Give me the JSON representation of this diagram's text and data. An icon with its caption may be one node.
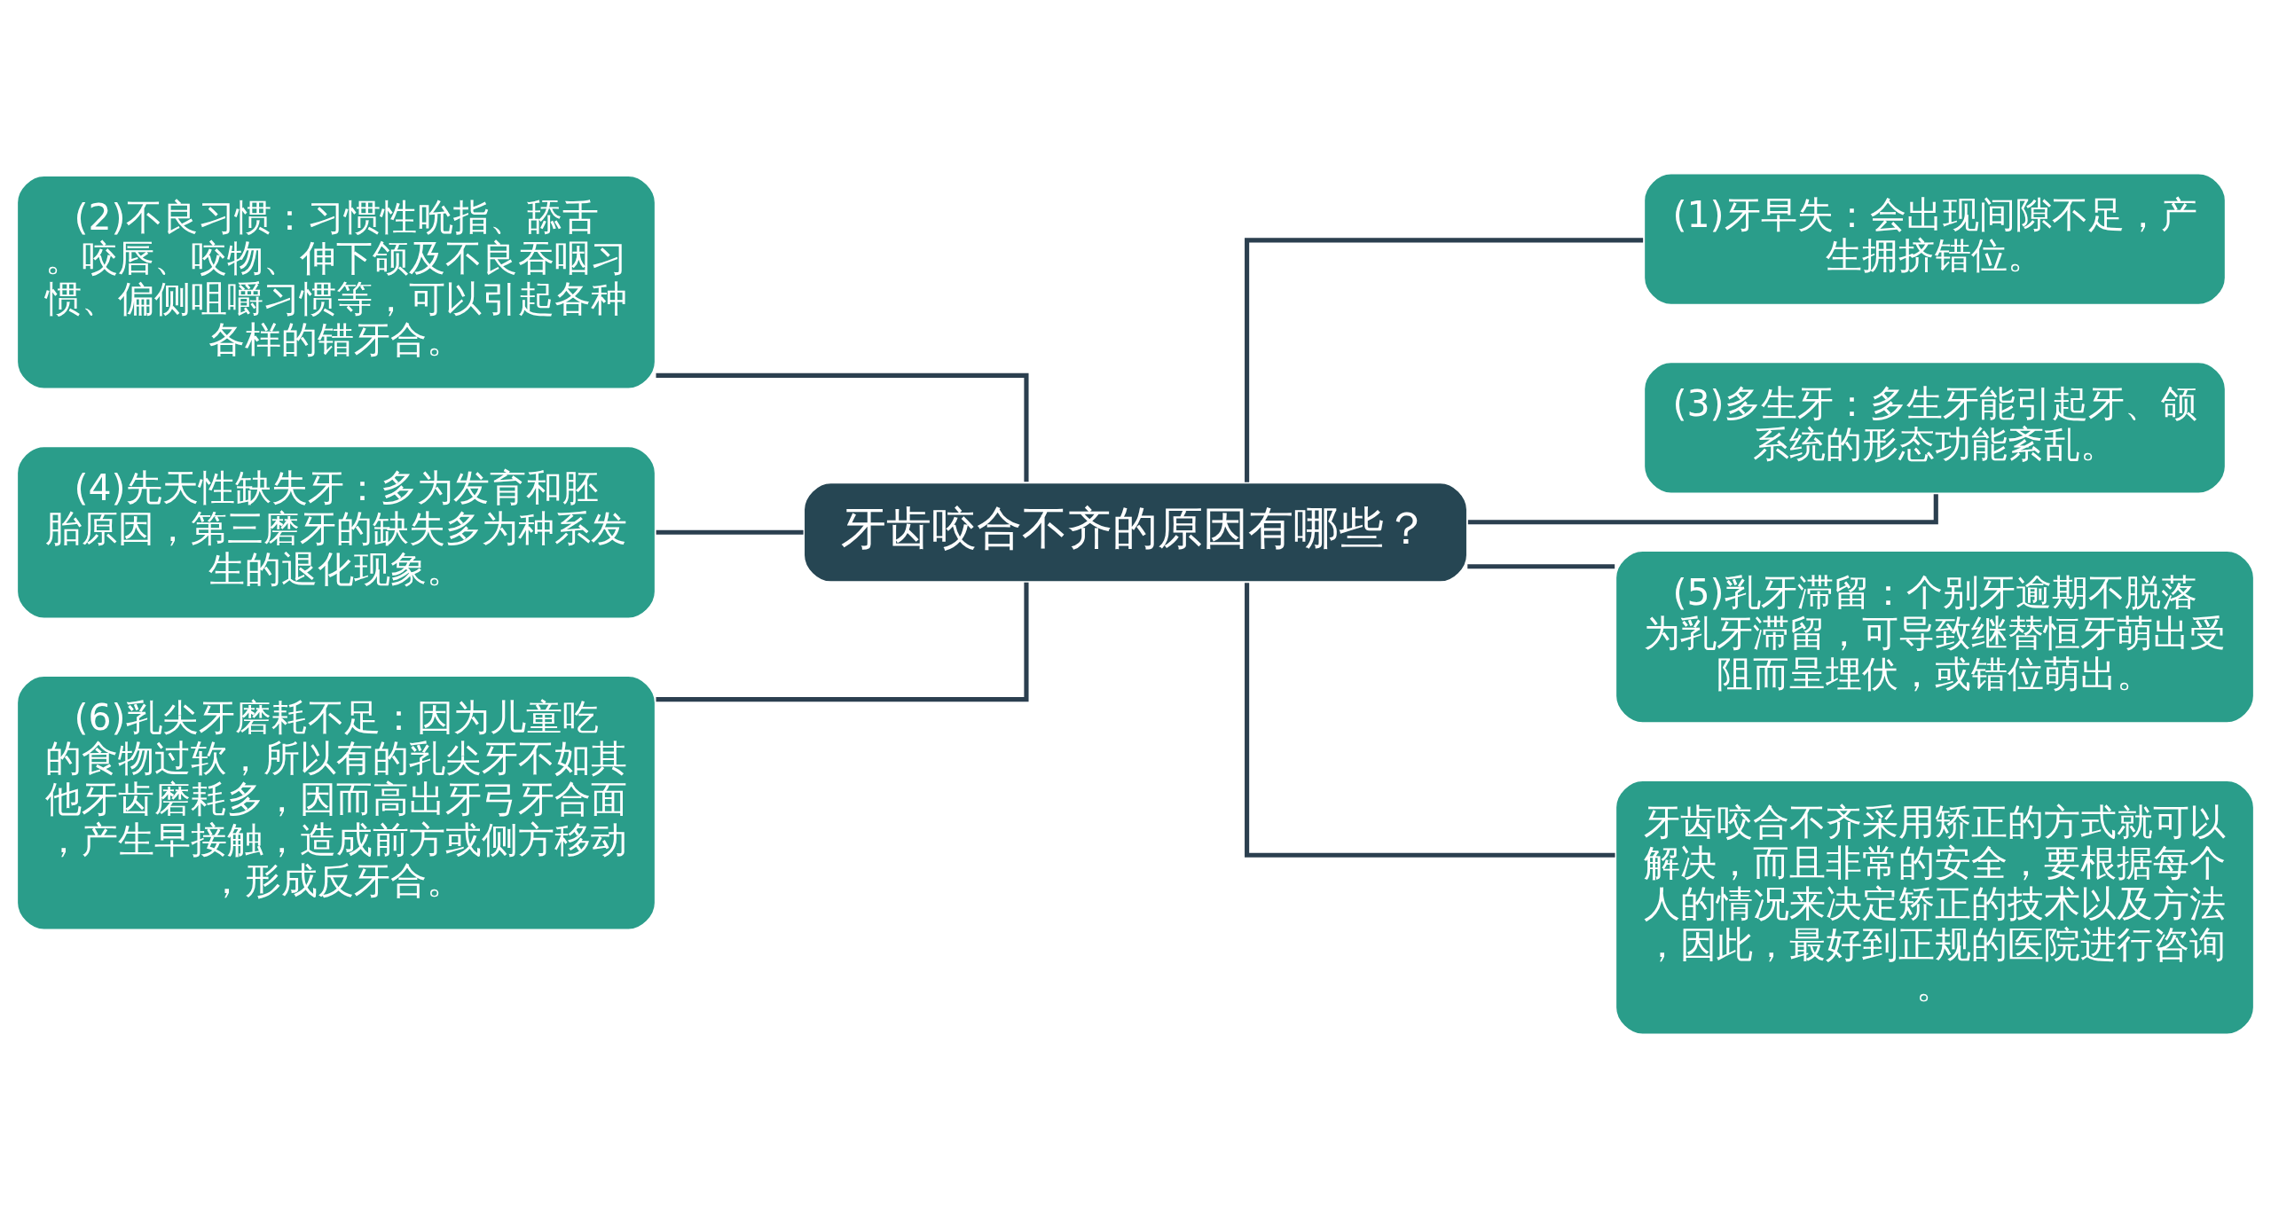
{
  "diagram": {
    "nodes": [
      {
        "text": [
          "牙齿咬合不齐的原因有哪些？"
        ]
      },
      {
        "text": [
          "(2)不良习惯：习惯性吮指、舔舌。咬唇、咬物、伸下颌及不良吞咽习惯、偏侧咀嚼习惯等，可以引起各种各样的错牙合。"
        ]
      },
      {
        "text": [
          "(4)先天性缺失牙：多为发育和胚胎原因，第三磨牙的缺失多为种系发生的退化现象。"
        ]
      },
      {
        "text": [
          "(6)乳尖牙磨耗不足：因为儿童吃的食物过软，所以有的乳尖牙不如其他牙齿磨耗多，因而高出牙弓牙合面，产生早接触，造成前方或侧方移动，形成反牙合。"
        ]
      },
      {
        "text": [
          "(1)牙早失：会出现间隙不足，产生拥挤错位。"
        ]
      },
      {
        "text": [
          "(3)多生牙：多生牙能引起牙、颌系统的形态功能紊乱。"
        ]
      },
      {
        "text": [
          "(5)乳牙滞留：个别牙逾期不脱落为乳牙滞留，可导致继替恒牙萌出受阻而呈埋伏，或错位萌出。"
        ]
      },
      {
        "text": [
          "牙齿咬合不齐采用矫正的方式就可以解决，而且非常的安全，要根据每个人的情况来决定矫正的技术以及方法，因此，最好到正规的医院进行咨询。"
        ]
      }
    ],
    "edges": [
      {
        "from": 0,
        "to": 4,
        "arrow": "none"
      },
      {
        "from": 0,
        "to": 5,
        "arrow": "none"
      },
      {
        "from": 0,
        "to": 6,
        "arrow": "none"
      },
      {
        "from": 0,
        "to": 7,
        "arrow": "none"
      },
      {
        "from": 0,
        "to": 1,
        "arrow": "none"
      },
      {
        "from": 0,
        "to": 2,
        "arrow": "none"
      },
      {
        "from": 0,
        "to": 3,
        "arrow": "none"
      }
    ]
  }
}
